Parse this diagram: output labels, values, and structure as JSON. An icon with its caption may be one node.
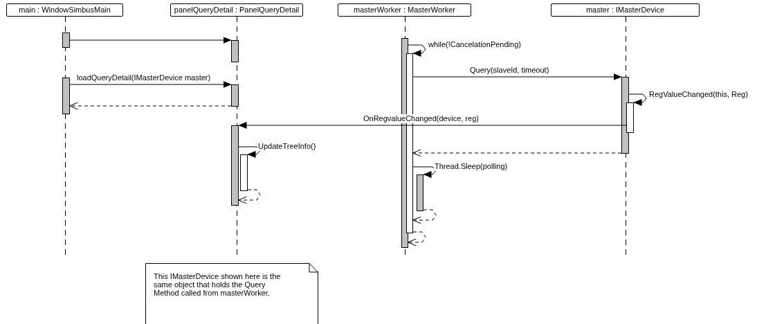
{
  "diagram": {
    "nodes": [
      {
        "text": [
          "main : WindowSimbusMain"
        ]
      },
      {
        "text": [
          "panelQueryDetail : PanelQueryDetail"
        ]
      },
      {
        "text": [
          "masterWorker : MasterWorker"
        ]
      },
      {
        "text": [
          "master : IMasterDevice"
        ]
      },
      {
        "text": [],
        "shape": "bar"
      },
      {
        "text": [],
        "shape": "bar"
      },
      {
        "text": [],
        "shape": "bar"
      },
      {
        "text": [],
        "shape": "bar"
      },
      {
        "text": [],
        "shape": "bar"
      },
      {
        "text": [],
        "shape": "bar"
      },
      {
        "text": [],
        "shape": "bar"
      },
      {
        "text": [],
        "shape": "bar"
      },
      {
        "text": [],
        "shape": "bar"
      },
      {
        "text": [],
        "shape": "bar"
      },
      {
        "text": [],
        "shape": "bar"
      },
      {
        "text": [
          "This IMasterDevice shown here is the same object that holds the Query Method called from masterWorker."
        ]
      }
    ],
    "edges": [
      {
        "from": 4,
        "to": 6,
        "arrow": "to"
      },
      {
        "from": 5,
        "to": 7,
        "arrow": "to",
        "label": "loadQueryDetail(IMasterDevice master)"
      },
      {
        "from": 7,
        "to": 5,
        "arrow": "to",
        "style": "dashed"
      },
      {
        "from": 10,
        "to": 11,
        "arrow": "to",
        "label": "while(!CancelationPending)"
      },
      {
        "from": 11,
        "to": 13,
        "arrow": "to",
        "label": "Query(slaveId, timeout)"
      },
      {
        "from": 13,
        "to": 14,
        "arrow": "to",
        "label": "RegValueChanged(this, Reg)"
      },
      {
        "from": 14,
        "to": 8,
        "arrow": "to",
        "label": "OnRegvalueChanged(device, reg)"
      },
      {
        "from": 13,
        "to": 11,
        "arrow": "to",
        "style": "dashed"
      },
      {
        "from": 8,
        "to": 9,
        "arrow": "to",
        "label": "UpdateTreeInfo()"
      },
      {
        "from": 9,
        "to": 8,
        "arrow": "to",
        "style": "dashed"
      },
      {
        "from": 11,
        "to": 12,
        "arrow": "to",
        "label": "Thread.Sleep(polling)"
      },
      {
        "from": 12,
        "to": 11,
        "arrow": "to",
        "style": "dashed"
      },
      {
        "from": 11,
        "to": 10,
        "arrow": "to",
        "style": "dashed"
      }
    ]
  }
}
